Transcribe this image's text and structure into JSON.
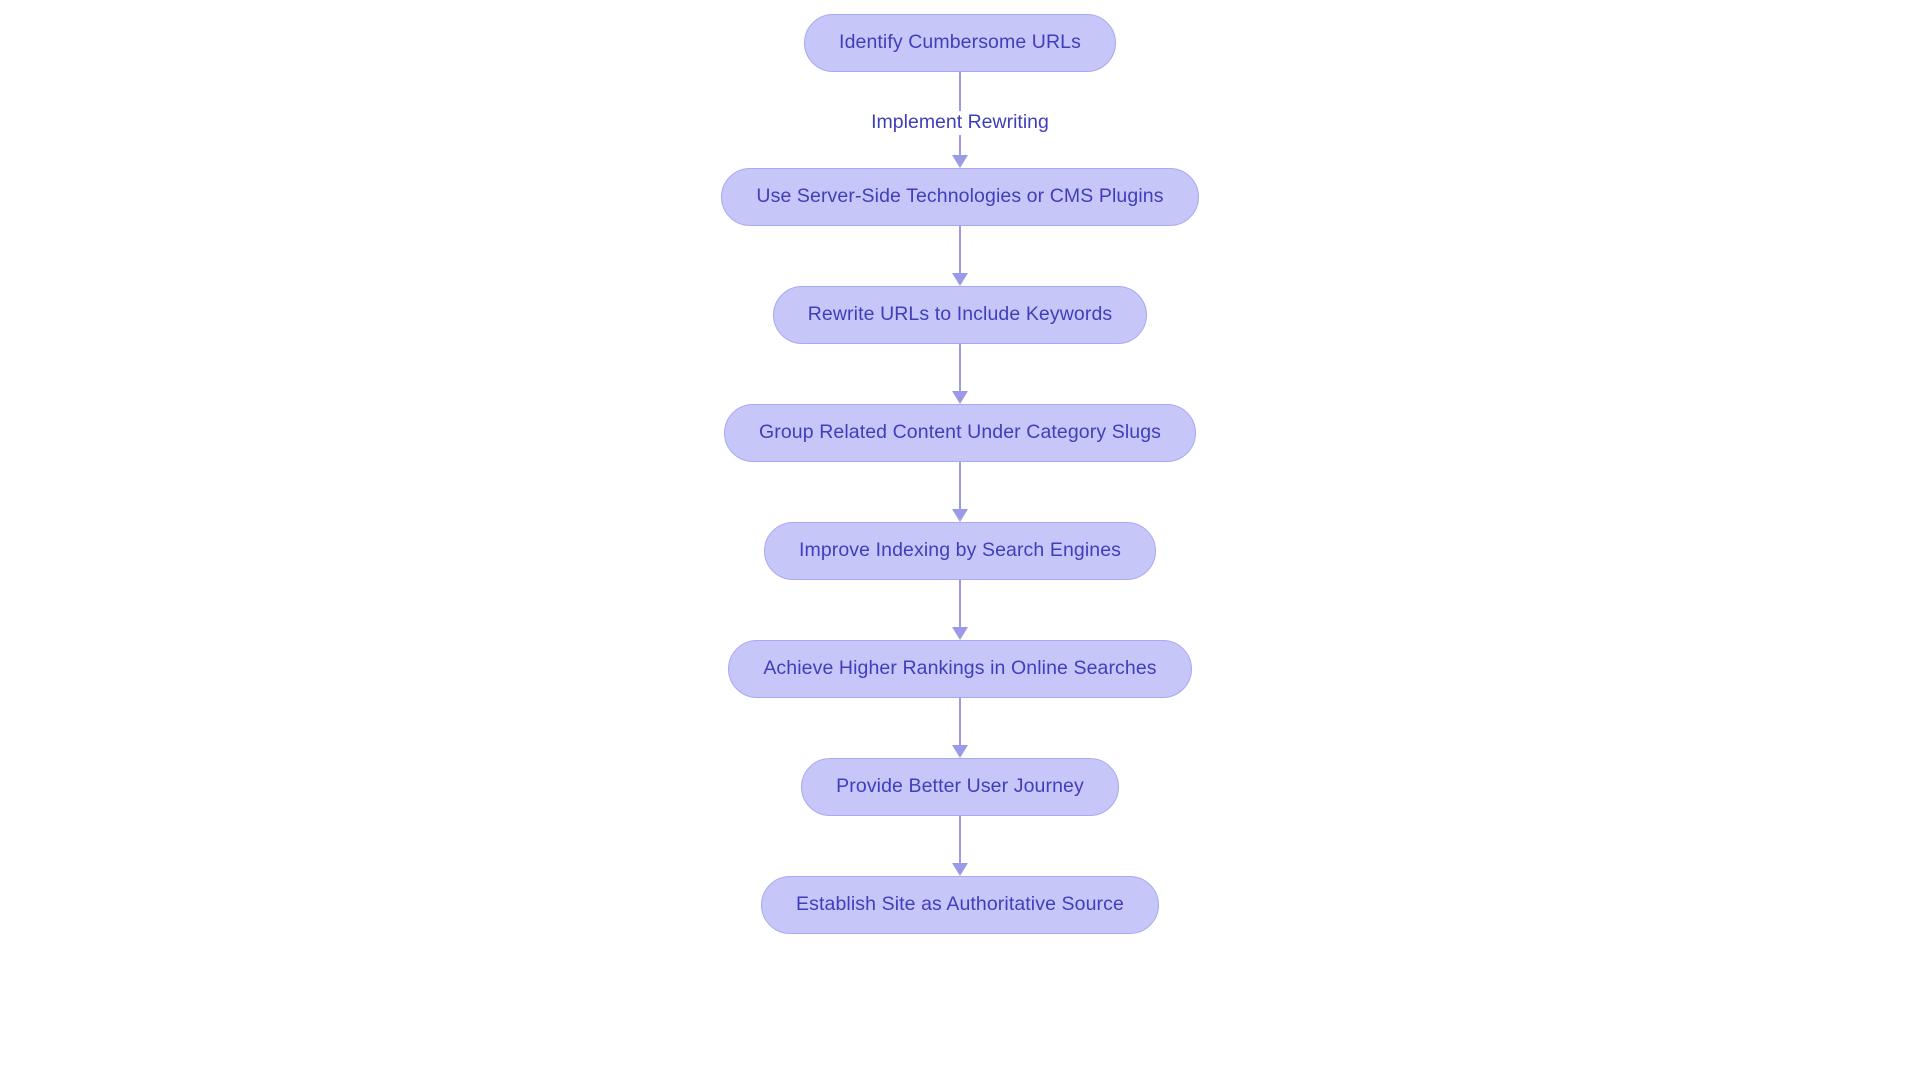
{
  "diagram": {
    "type": "flowchart",
    "orientation": "top-to-bottom",
    "title": "URL Rewriting SEO Flow",
    "colors": {
      "node_fill": "#c6c6f9",
      "node_border": "#a9a9f2",
      "node_text": "#3f3fba",
      "edge_line": "#9a9ae8",
      "edge_arrowhead": "#9a9ae8",
      "edge_label_text": "#3f3fba",
      "background": "#ffffff"
    },
    "nodes": [
      {
        "id": "n1",
        "label": "Identify Cumbersome URLs"
      },
      {
        "id": "n2",
        "label": "Use Server-Side Technologies or CMS Plugins"
      },
      {
        "id": "n3",
        "label": "Rewrite URLs to Include Keywords"
      },
      {
        "id": "n4",
        "label": "Group Related Content Under Category Slugs"
      },
      {
        "id": "n5",
        "label": "Improve Indexing by Search Engines"
      },
      {
        "id": "n6",
        "label": "Achieve Higher Rankings in Online Searches"
      },
      {
        "id": "n7",
        "label": "Provide Better User Journey"
      },
      {
        "id": "n8",
        "label": "Establish Site as Authoritative Source"
      }
    ],
    "edges": [
      {
        "id": "e1",
        "from": "n1",
        "to": "n2",
        "label": "Implement Rewriting"
      },
      {
        "id": "e2",
        "from": "n2",
        "to": "n3",
        "label": ""
      },
      {
        "id": "e3",
        "from": "n3",
        "to": "n4",
        "label": ""
      },
      {
        "id": "e4",
        "from": "n4",
        "to": "n5",
        "label": ""
      },
      {
        "id": "e5",
        "from": "n5",
        "to": "n6",
        "label": ""
      },
      {
        "id": "e6",
        "from": "n6",
        "to": "n7",
        "label": ""
      },
      {
        "id": "e7",
        "from": "n7",
        "to": "n8",
        "label": ""
      }
    ]
  }
}
